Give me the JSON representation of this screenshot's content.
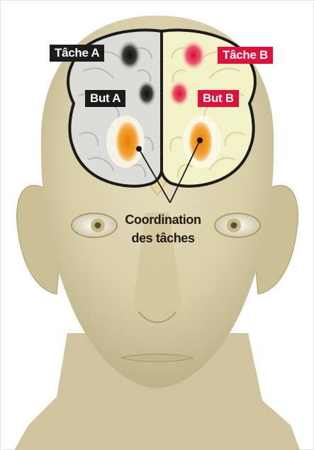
{
  "labels": {
    "task_a": "Tâche A",
    "task_b": "Tâche B",
    "goal_a": "But A",
    "goal_b": "But B"
  },
  "caption": {
    "line1": "Coordination",
    "line2": "des tâches"
  },
  "colors": {
    "skin": "#d9cfa9",
    "left_hemisphere": "#dcdcd8",
    "right_hemisphere": "#f3f1c7",
    "activation_dark": "#141414",
    "activation_red": "#e0103c",
    "activation_orange": "#ef8d10",
    "label_dark_bg": "#1c1c1c",
    "label_red_bg": "#e0103c"
  }
}
